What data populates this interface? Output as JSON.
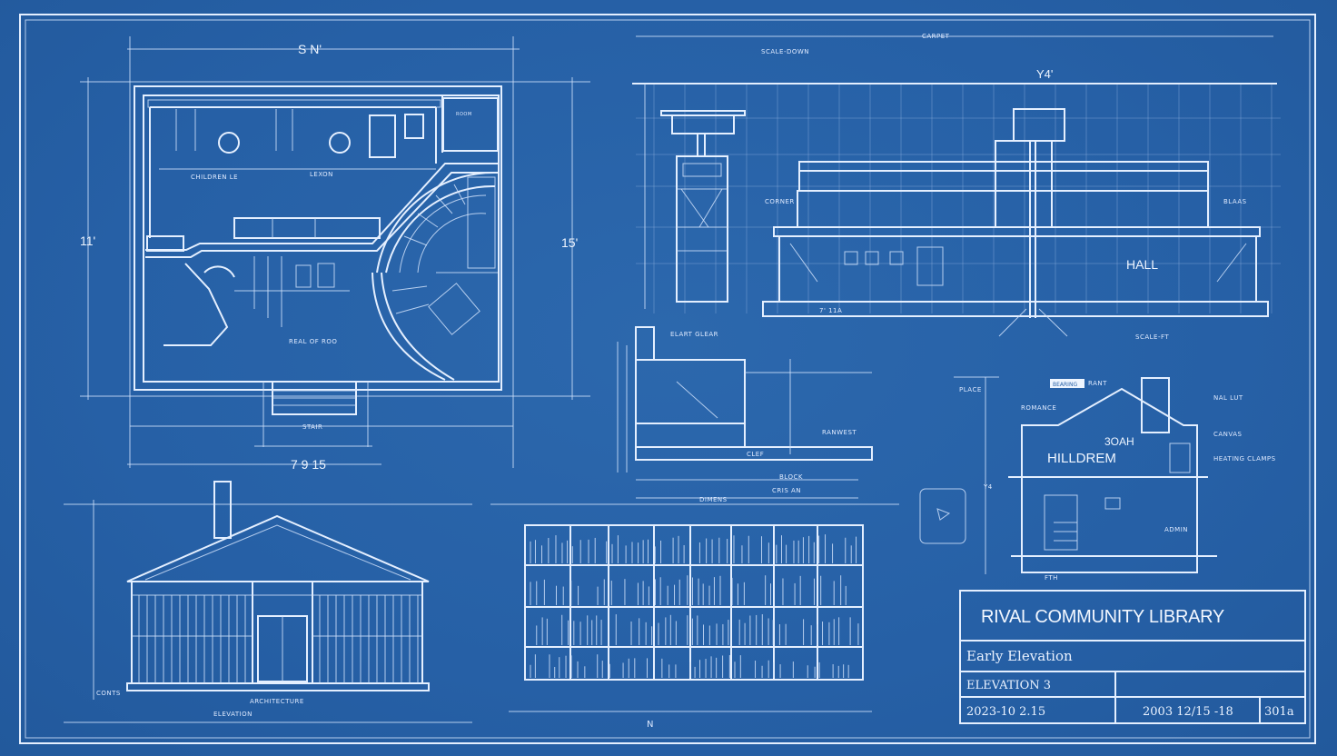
{
  "colors": {
    "background": "#2762a7",
    "line": "#e4efff"
  },
  "floor_plan": {
    "dim_top": "S N'",
    "dim_right": "15'",
    "dim_left": "11'",
    "dim_bottom": "7 9  15",
    "room_children": "CHILDREN LE",
    "room_lexon": "LEXON",
    "room_main": "REAL OF ROO",
    "room_small": "ROOM",
    "stair": "STAIR"
  },
  "front_elevation": {
    "dim_top": "CARPET",
    "scale_note": "SCALE-DOWN",
    "height_mark": "Y4'",
    "label_left": "CORNER",
    "label_right": "BLAAS",
    "hall": "HALL",
    "base_dim": "7' 11A",
    "base_note": "SCALE-FT",
    "tower_note": "ELART GLEAR"
  },
  "mid_section": {
    "note_1": "RANWEST",
    "note_2": "CLEF",
    "note_3": "BLOCK",
    "note_4": "CRIS  AN",
    "note_5": "DIMENS"
  },
  "right_section": {
    "label_place": "PLACE",
    "label_tooltip": "BEARING",
    "label_roof": "RANT",
    "label_basement": "ROMANCE",
    "label_nal": "NAL LUT",
    "label_canvas": "CANVAS",
    "label_heating": "HEATING CLAMPS",
    "label_room": "3OAH",
    "label_main": "HILLDREM",
    "label_admin": "ADMIN",
    "label_dim": "Y4",
    "label_foot": "FTH"
  },
  "house_elevation": {
    "label_left": "CONTS",
    "label_bottom": "ARCHITECTURE",
    "label_bottom2": "ELEVATION"
  },
  "bookshelf": {
    "label_bottom": "N"
  },
  "title_block": {
    "title": "RIVAL COMMUNITY LIBRARY",
    "subtitle": "Early Elevation",
    "sheet": "ELEVATION 3",
    "date_1": "2023-10 2.15",
    "date_2": "2003 12/15 -18",
    "number": "301a"
  }
}
